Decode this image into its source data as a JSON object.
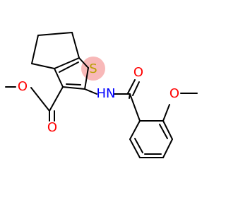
{
  "colors": {
    "bond": "#000000",
    "oxygen": "#ff0000",
    "nitrogen": "#0000ff",
    "sulfur": "#b8a000",
    "sulfur_highlight": "#f8b8b8"
  },
  "atoms": {
    "sulfur": "S",
    "amide_nitrogen": "HN",
    "ester_ether_oxygen": "O",
    "ester_carbonyl_oxygen": "O",
    "amide_carbonyl_oxygen": "O",
    "aryl_methoxy_oxygen": "O"
  }
}
